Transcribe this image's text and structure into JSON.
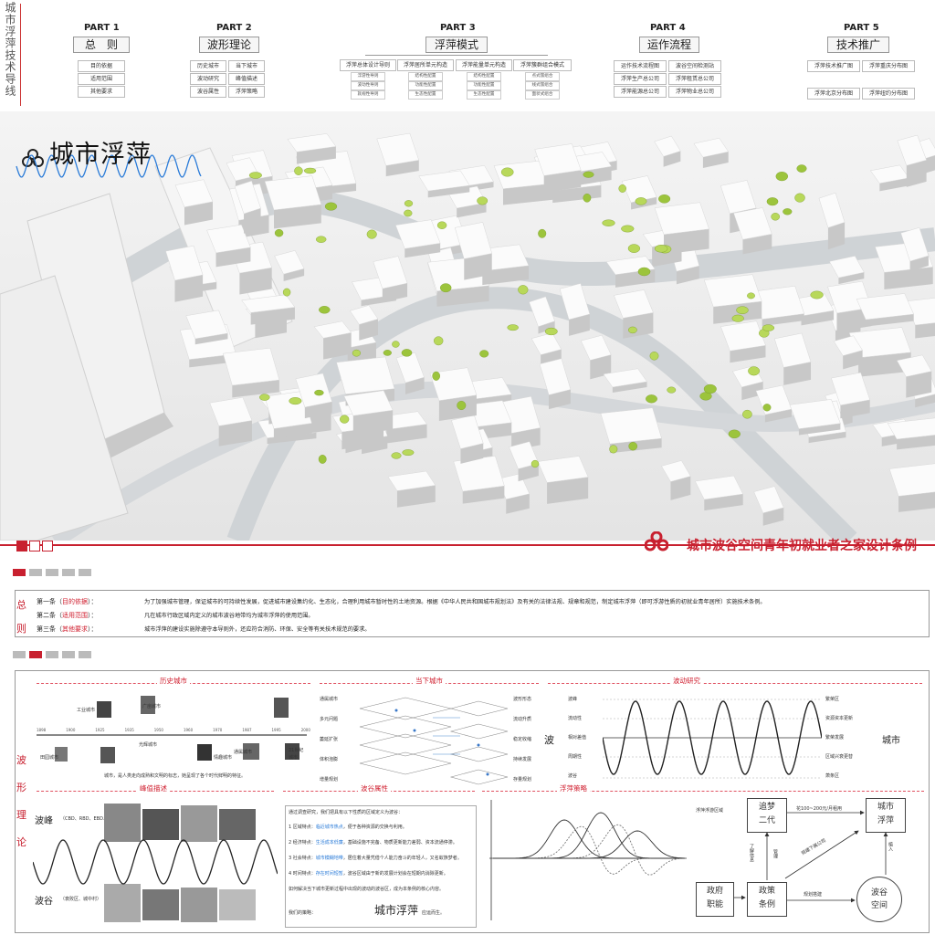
{
  "header": {
    "vertical_title": "城市浮萍技术导线",
    "parts": [
      {
        "label": "PART 1",
        "title": "总　则",
        "items": [
          "目的依据",
          "适用范围",
          "其他要求"
        ]
      },
      {
        "label": "PART 2",
        "title": "波形理论",
        "items": [
          "历史城市",
          "当下城市",
          "波动研究",
          "峰值描述",
          "波谷属性",
          "浮萍策略"
        ]
      },
      {
        "label": "PART 3",
        "title": "浮萍模式",
        "groups": [
          {
            "title": "浮萍总体设计导则",
            "items": [
              "浮游性导则",
              "波动性导则",
              "就规性导则"
            ]
          },
          {
            "title": "浮萍居所单元构造",
            "items": [
              "结构性配置",
              "功能性配置",
              "生态性配置"
            ]
          },
          {
            "title": "浮萍能量单元构造",
            "items": [
              "结构性配置",
              "功能性配置",
              "生态性配置"
            ]
          },
          {
            "title": "浮萍簇群组合模式",
            "items": [
              "点式簇组合",
              "线式簇组合",
              "面状式组合"
            ]
          }
        ]
      },
      {
        "label": "PART 4",
        "title": "运作流程",
        "items": [
          "运作技术流程图",
          "波谷空间检测站",
          "浮萍生产总公司",
          "浮萍租赁总公司",
          "浮萍能源总公司",
          "浮萍物业总公司"
        ]
      },
      {
        "label": "PART 5",
        "title": "技术推广",
        "items": [
          "浮萍技术推广图",
          "浮萍重庆分布图",
          "浮萍北京分布图",
          "浮萍纽约分布图"
        ]
      }
    ]
  },
  "hero": {
    "title": "城市浮萍",
    "banner": "城市波谷空间青年初就业者之家设计条例"
  },
  "rules": {
    "side_label": [
      "总",
      "则"
    ],
    "items": [
      {
        "label_prefix": "第一条（",
        "label_hl": "目的依据",
        "label_suffix": "）：",
        "text": "为了加强城市管理，保证城市的可持续性发展，促进城市建设集约化、生态化，合理利用城市暂时性的土地资源。根据《中华人民共和国城市规划法》及有关的法律法规、规章和规范，制定城市浮萍（即可浮游性质的初就业青年居所）实施技术条例。"
      },
      {
        "label_prefix": "第二条（",
        "label_hl": "适用范围",
        "label_suffix": "）：",
        "text": "凡在城市行政区域内定义的城市波谷地带均为城市浮萍的使用范围。"
      },
      {
        "label_prefix": "第三条（",
        "label_hl": "其他要求",
        "label_suffix": "）：",
        "text": "城市浮萍的建设实施除遵守本导则外，还应符合消防、环保、安全等有关技术规范的要求。"
      }
    ]
  },
  "theory": {
    "side_label": [
      "波",
      "形",
      "理",
      "论"
    ],
    "history": {
      "head": "历史城市",
      "captions": [
        "工业城市",
        "广亩城市",
        "光辉城市",
        "田园城市",
        "情趣城市",
        "通属城市",
        "21世纪",
        "城市"
      ],
      "years": [
        "1898",
        "1900",
        "1925",
        "1935",
        "1950",
        "1960",
        "1970",
        "1987",
        "1995",
        "2000"
      ],
      "footer": "城市，是人类走向成熟和文明的标志，她呈现了各个时代鲜明的特征。"
    },
    "present": {
      "head": "当下城市",
      "left": [
        "通属城市",
        "多元问题",
        "萎延扩张",
        "体积泡膨",
        "增量规划"
      ],
      "right": [
        "波形形态",
        "流动升质",
        "稳定收缩",
        "持续发展",
        "存量规划"
      ]
    },
    "wave": {
      "head": "波动研究",
      "left_label": "波",
      "right_label": "城市",
      "rows_left": [
        "波峰",
        "流动性",
        "相对差值",
        "周期性",
        "波谷"
      ],
      "rows_right": [
        "繁荣区",
        "资源资本更新",
        "繁荣发展",
        "区域兴衰更替",
        "萧条区"
      ]
    },
    "peak": {
      "head": "峰值描述",
      "peak_label": "波峰",
      "peak_note": "（CBD、RBD、EBD……）",
      "valley_label": "波谷",
      "valley_note": "（衰败区、城中村）"
    },
    "valley_attr": {
      "head": "波谷属性",
      "intro": "通过调查研究，我们把具有以下性质的区域定义为波谷：",
      "items": [
        {
          "prefix": "1 区域特点：",
          "hl": "临近城市热点",
          "text": "，便于各种资源的交换与利用。"
        },
        {
          "prefix": "2 经济特点：",
          "hl": "生活成本低廉",
          "text": "，基础设施不完备、物质更新能力差弱、资本流通停滞。"
        },
        {
          "prefix": "3 社会特点：",
          "hl": "城市模糊地带",
          "text": "，居住着大量凭借个人能力奋斗的年轻人，又名蚁族梦者。"
        },
        {
          "prefix": "4 时间特点：",
          "hl": "存在时间短暂",
          "text": "，波谷区域由于新的发展计划会在短期内消除更新。"
        }
      ],
      "question": "如何解决当下城市更新过程中出现的波动的波谷区，成为本条例的核心内容。",
      "strategy_prefix": "我们的策略：",
      "strategy": "城市浮萍",
      "strategy_suffix": "应运而生。"
    },
    "strategy": {
      "head": "浮萍策略",
      "boxes": [
        "追梦\n二代",
        "城市\n浮萍",
        "政府\n职能",
        "政策\n条例",
        "波谷\n空间"
      ],
      "rent": "花100~200元/月租用",
      "company": "规建下属公司",
      "labels": [
        "了解信息",
        "管理",
        "规划搭建",
        "植入",
        "浮萍浮游区域"
      ]
    }
  }
}
